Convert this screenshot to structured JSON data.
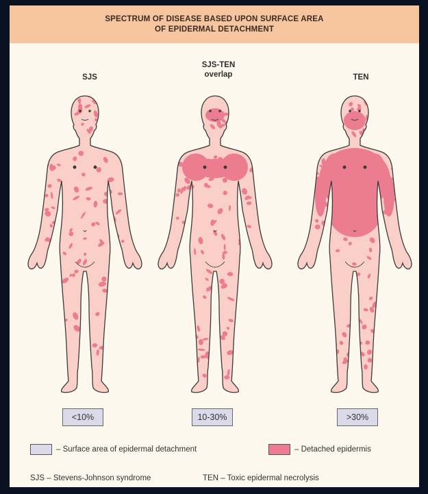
{
  "header": {
    "line1": "SPECTRUM OF DISEASE BASED UPON SURFACE AREA",
    "line2": "OF EPIDERMAL DETACHMENT"
  },
  "columns": [
    {
      "title": "SJS",
      "title2": "",
      "percent": "<10%",
      "severity": 0.07
    },
    {
      "title": "SJS-TEN",
      "title2": "overlap",
      "percent": "10-30%",
      "severity": 0.2
    },
    {
      "title": "TEN",
      "title2": "",
      "percent": ">30%",
      "severity": 0.5
    }
  ],
  "legend": {
    "surface_area": "– Surface area of epidermal detachment",
    "detached": "– Detached epidermis"
  },
  "footnote": {
    "sjs": "SJS – Stevens-Johnson syndrome",
    "ten": "TEN – Toxic epidermal necrolysis"
  },
  "colors": {
    "skin": "#f9cfc7",
    "lesion": "#ec7d90",
    "outline": "#3a3a3a",
    "percent_box": "#dcd9ea",
    "header": "#f5c59f",
    "background": "#fdf8ee"
  }
}
